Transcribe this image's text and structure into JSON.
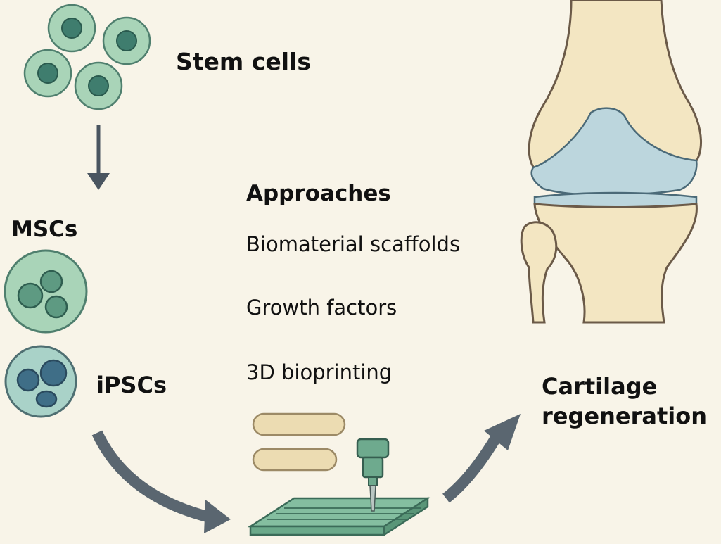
{
  "labels": {
    "stem_cells": "Stem cells",
    "mscs": "MSCs",
    "ipscs": "iPSCs"
  },
  "approaches": {
    "title": "Approaches",
    "items": [
      "Biomaterial scaffolds",
      "Growth factors",
      "3D bioprinting"
    ]
  },
  "outcome": {
    "line1": "Cartilage",
    "line2": "regeneration"
  },
  "colors": {
    "background": "#f8f4e8",
    "cell_green": "#a9d4b8",
    "nucleus_green": "#3f7d6e",
    "ipsc_nucleus": "#3f6e87",
    "bone": "#f3e6c2",
    "cartilage": "#bcd6dd",
    "arrow": "#5a6670"
  }
}
